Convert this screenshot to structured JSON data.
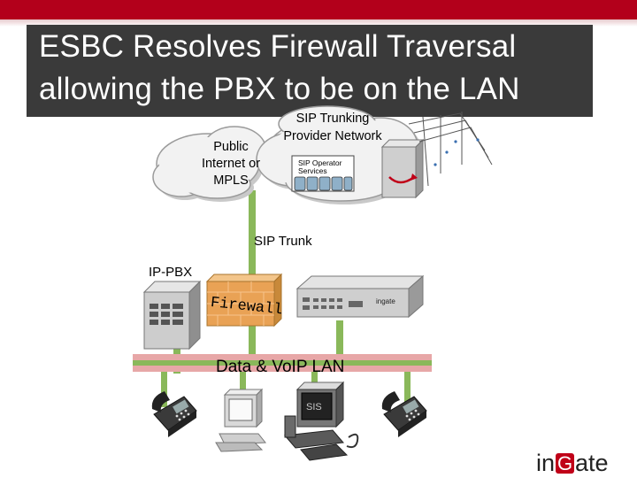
{
  "slide": {
    "title_line1": "ESBC Resolves Firewall Traversal",
    "title_line2": "allowing the PBX to be on the LAN"
  },
  "diagram": {
    "cloud_left_label": [
      "Public",
      "Internet or",
      "MPLS"
    ],
    "cloud_right_label": [
      "SIP Trunking",
      "Provider Network"
    ],
    "sip_operator_label": [
      "SIP Operator",
      "Services"
    ],
    "sip_trunk_label": "SIP Trunk",
    "ippbx_label": "IP-PBX",
    "firewall_label": "Firewall",
    "lan_label": "Data & VoIP LAN",
    "appliance_brand": "ingate",
    "sis_label": "SIS"
  },
  "logo": {
    "text_before": "in",
    "text_g": "G",
    "text_after": "ate"
  },
  "colors": {
    "brand_red": "#b3001b",
    "title_bg": "#3a3a3a",
    "link_green": "#8ab85a",
    "lan_pink": "#e7a7a7"
  }
}
